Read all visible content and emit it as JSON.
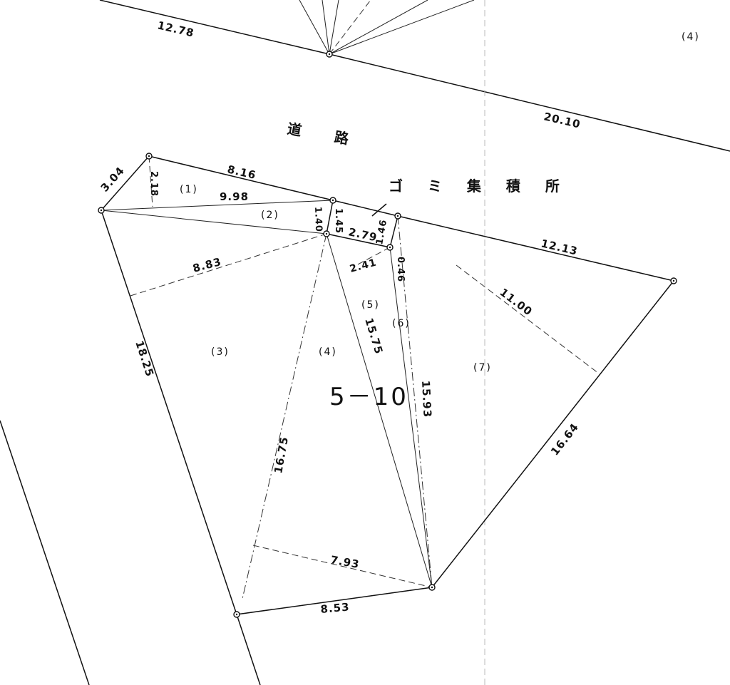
{
  "plot_number": "5－10",
  "road_label": "道 路",
  "garbage_label": "ゴ ミ 集 積 所",
  "parcels": {
    "p1": "(1)",
    "p2": "(2)",
    "p3": "(3)",
    "p4": "(4)",
    "p5": "(5)",
    "p6": "(6)",
    "p7": "(7)",
    "neighbor": "(4)"
  },
  "measurements": {
    "m_12_78": "12.78",
    "m_20_10": "20.10",
    "m_3_04": "3.04",
    "m_2_18": "2.18",
    "m_8_16": "8.16",
    "m_9_98": "9.98",
    "m_1_40": "1.40",
    "m_1_45": "1.45",
    "m_2_79": "2.79",
    "m_1_46": "1.46",
    "m_0_46": "0.46",
    "m_12_13": "12.13",
    "m_8_83": "8.83",
    "m_2_41": "2.41",
    "m_11_00": "11.00",
    "m_18_25": "18.25",
    "m_15_75": "15.75",
    "m_15_93": "15.93",
    "m_16_64": "16.64",
    "m_16_75": "16.75",
    "m_7_93": "7.93",
    "m_8_53": "8.53"
  }
}
